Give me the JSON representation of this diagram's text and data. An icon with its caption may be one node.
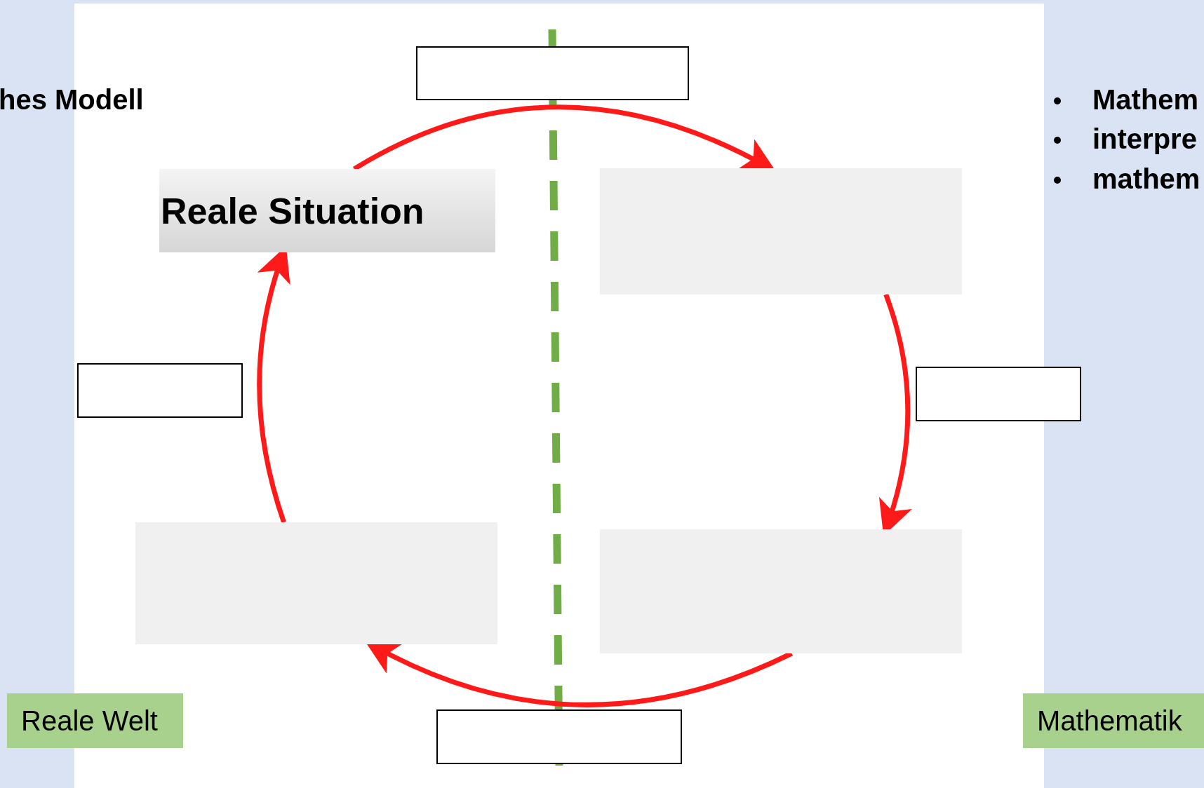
{
  "diagram": {
    "nodes": [
      {
        "text": [],
        "shape": "box"
      },
      {
        "text": [
          "Reale Situation"
        ]
      },
      {
        "text": [],
        "shape": "box"
      },
      {
        "text": [],
        "shape": "box"
      },
      {
        "text": [],
        "shape": "box"
      },
      {
        "text": [],
        "shape": "box"
      },
      {
        "text": [],
        "shape": "box"
      },
      {
        "text": [],
        "shape": "box"
      },
      {
        "text": [
          "Reale Welt"
        ]
      },
      {
        "text": [
          "Mathematik"
        ]
      }
    ],
    "edges": [
      {
        "from": 1,
        "to": 2,
        "arrow": "to"
      },
      {
        "from": 2,
        "to": 6,
        "arrow": "to"
      },
      {
        "from": 6,
        "to": 5,
        "arrow": "to"
      },
      {
        "from": 5,
        "to": 1,
        "arrow": "to"
      }
    ],
    "labels": [
      "hes Modell",
      "Mathem",
      "interpre",
      "mathem"
    ]
  }
}
